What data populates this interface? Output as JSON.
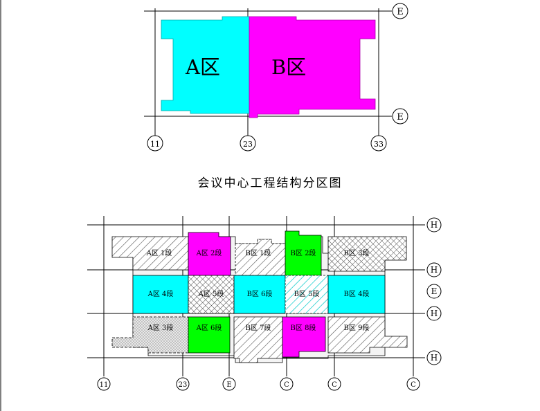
{
  "overview": {
    "zone_a_label": "A区",
    "zone_b_label": "B区",
    "axis_right_top": "E",
    "axis_right_bottom": "E",
    "axis_bottom": [
      "11",
      "23",
      "33"
    ],
    "colors": {
      "zone_a": "#00ffff",
      "zone_b": "#ff00ff"
    }
  },
  "caption": "会议中心工程结构分区图",
  "segments": {
    "labels": {
      "a1": "A区 1段",
      "a2": "A区 2段",
      "a3": "A区 3段",
      "a4": "A区 4段",
      "a5": "A区 5段",
      "a6": "A区 6段",
      "b1": "B区 1段",
      "b2": "B区 2段",
      "b3": "B区 3段",
      "b4": "B区 4段",
      "b5": "B区 5段",
      "b6": "B区 6段",
      "b7": "B区 7段",
      "b8": "B区 8段",
      "b9": "B区 9段"
    },
    "colors": {
      "cyan": "#00ffff",
      "magenta": "#ff00ff",
      "green": "#00ff00"
    },
    "axis_right": [
      "H",
      "H",
      "E",
      "H",
      "H"
    ],
    "axis_bottom": [
      "11",
      "23",
      "E",
      "C",
      "C",
      "C"
    ]
  }
}
